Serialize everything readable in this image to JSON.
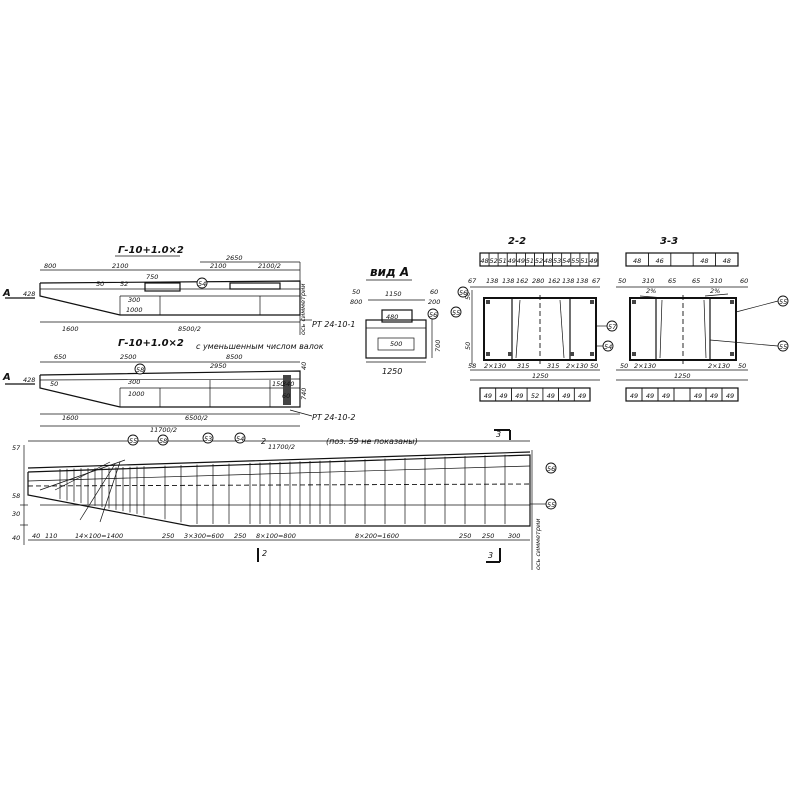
{
  "elevation_top": {
    "title": "Г-10+1.0×2",
    "dims_top": [
      "800",
      "2100",
      "750",
      "2100",
      "2100/2",
      "2650"
    ],
    "dims_inner": [
      "50",
      "52",
      "300",
      "1000"
    ],
    "dims_bottom": [
      "1600",
      "8500/2"
    ],
    "left_dim": "428",
    "mark": "РТ 24-10-1",
    "side_label": "ось симметрии",
    "section_letter": "А",
    "callout": "54"
  },
  "elevation_middle": {
    "title": "Г-10+1.0×2",
    "subtitle": "с уменьшенным числом валок",
    "dims_top": [
      "650",
      "2500",
      "8500",
      "2950"
    ],
    "dims_inner": [
      "50",
      "300",
      "1000",
      "150",
      "340",
      "60"
    ],
    "dims_bottom": [
      "1600",
      "6500/2",
      "11700/2"
    ],
    "left_dim": "428",
    "right_dims": [
      "40",
      "740"
    ],
    "mark": "РТ 24-10-2",
    "section_letter": "А",
    "callout": "58"
  },
  "view_a": {
    "title": "вид А",
    "dims": [
      "50",
      "800",
      "1150",
      "60",
      "200",
      "480",
      "500",
      "1250"
    ],
    "right_dim": "700",
    "callout": "56"
  },
  "section_2": {
    "title": "2-2",
    "top_cells": [
      "48",
      "52",
      "51",
      "49",
      "49",
      "51",
      "52",
      "48",
      "53",
      "54",
      "55",
      "51",
      "49"
    ],
    "dims_top": [
      "67",
      "138",
      "138",
      "162",
      "280",
      "162",
      "138",
      "138",
      "67"
    ],
    "dims_left": [
      "50",
      "50"
    ],
    "dims_bottom": [
      "58",
      "2×130",
      "315",
      "315",
      "2×130",
      "50"
    ],
    "total": "1250",
    "bottom_cells": [
      "49",
      "49",
      "49",
      "52",
      "49",
      "49",
      "49"
    ],
    "callouts": [
      "55",
      "56",
      "57",
      "54"
    ]
  },
  "section_3": {
    "title": "3-3",
    "top_cells": [
      "48",
      "46",
      "",
      "48",
      "48"
    ],
    "dims_top": [
      "50",
      "310",
      "65",
      "65",
      "310",
      "60"
    ],
    "slopes": [
      "2%",
      "2%"
    ],
    "dims_bottom": [
      "50",
      "2×130",
      "2×130",
      "50"
    ],
    "total": "1250",
    "bottom_cells": [
      "49",
      "49",
      "49",
      "",
      "49",
      "49",
      "49"
    ],
    "callouts": [
      "55",
      "55"
    ]
  },
  "reinforcement": {
    "note": "(поз. 59 не показаны)",
    "total": "11700/2",
    "callouts_top": [
      "55",
      "58",
      "53",
      "54"
    ],
    "callouts_right": [
      "56",
      "55"
    ],
    "left_dims": [
      "57",
      "58",
      "30",
      "40"
    ],
    "dims_bottom": [
      "40",
      "110",
      "14×100=1400",
      "250",
      "3×300=600",
      "250",
      "8×100=800",
      "8×200=1600",
      "250",
      "250",
      "300"
    ],
    "section_marks": [
      "2",
      "3",
      "2",
      "3"
    ],
    "side_label": "ось симметрии"
  }
}
